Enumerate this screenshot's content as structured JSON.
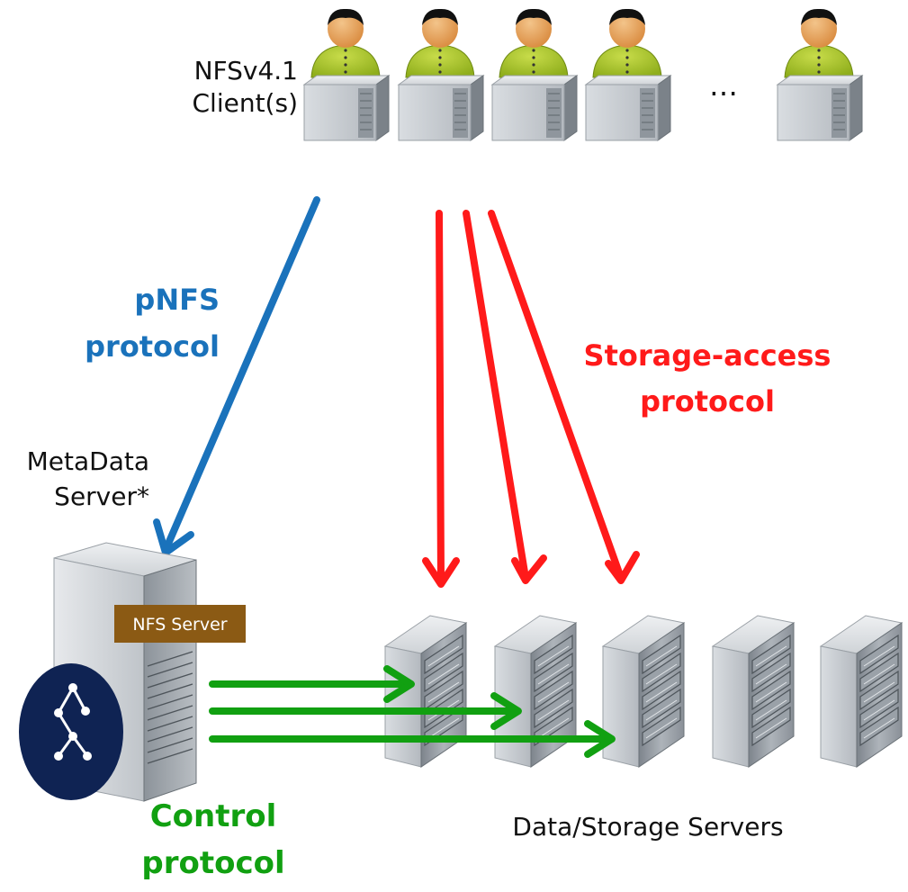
{
  "clients": {
    "label_line1": "NFSv4.1",
    "label_line2": "Client(s)",
    "ellipsis": "…"
  },
  "metadata_server": {
    "label_line1": "MetaData",
    "label_line2": "Server*",
    "badge": "NFS Server"
  },
  "protocols": {
    "pnfs_line1": "pNFS",
    "pnfs_line2": "protocol",
    "storage_line1": "Storage-access",
    "storage_line2": "protocol",
    "control_line1": "Control",
    "control_line2": "protocol"
  },
  "data_servers": {
    "label": "Data/Storage Servers"
  },
  "colors": {
    "pnfs": "#1a72bb",
    "storage": "#ff1a1a",
    "control": "#11a011",
    "badge": "#8b5a14",
    "logo": "#0f2353"
  }
}
